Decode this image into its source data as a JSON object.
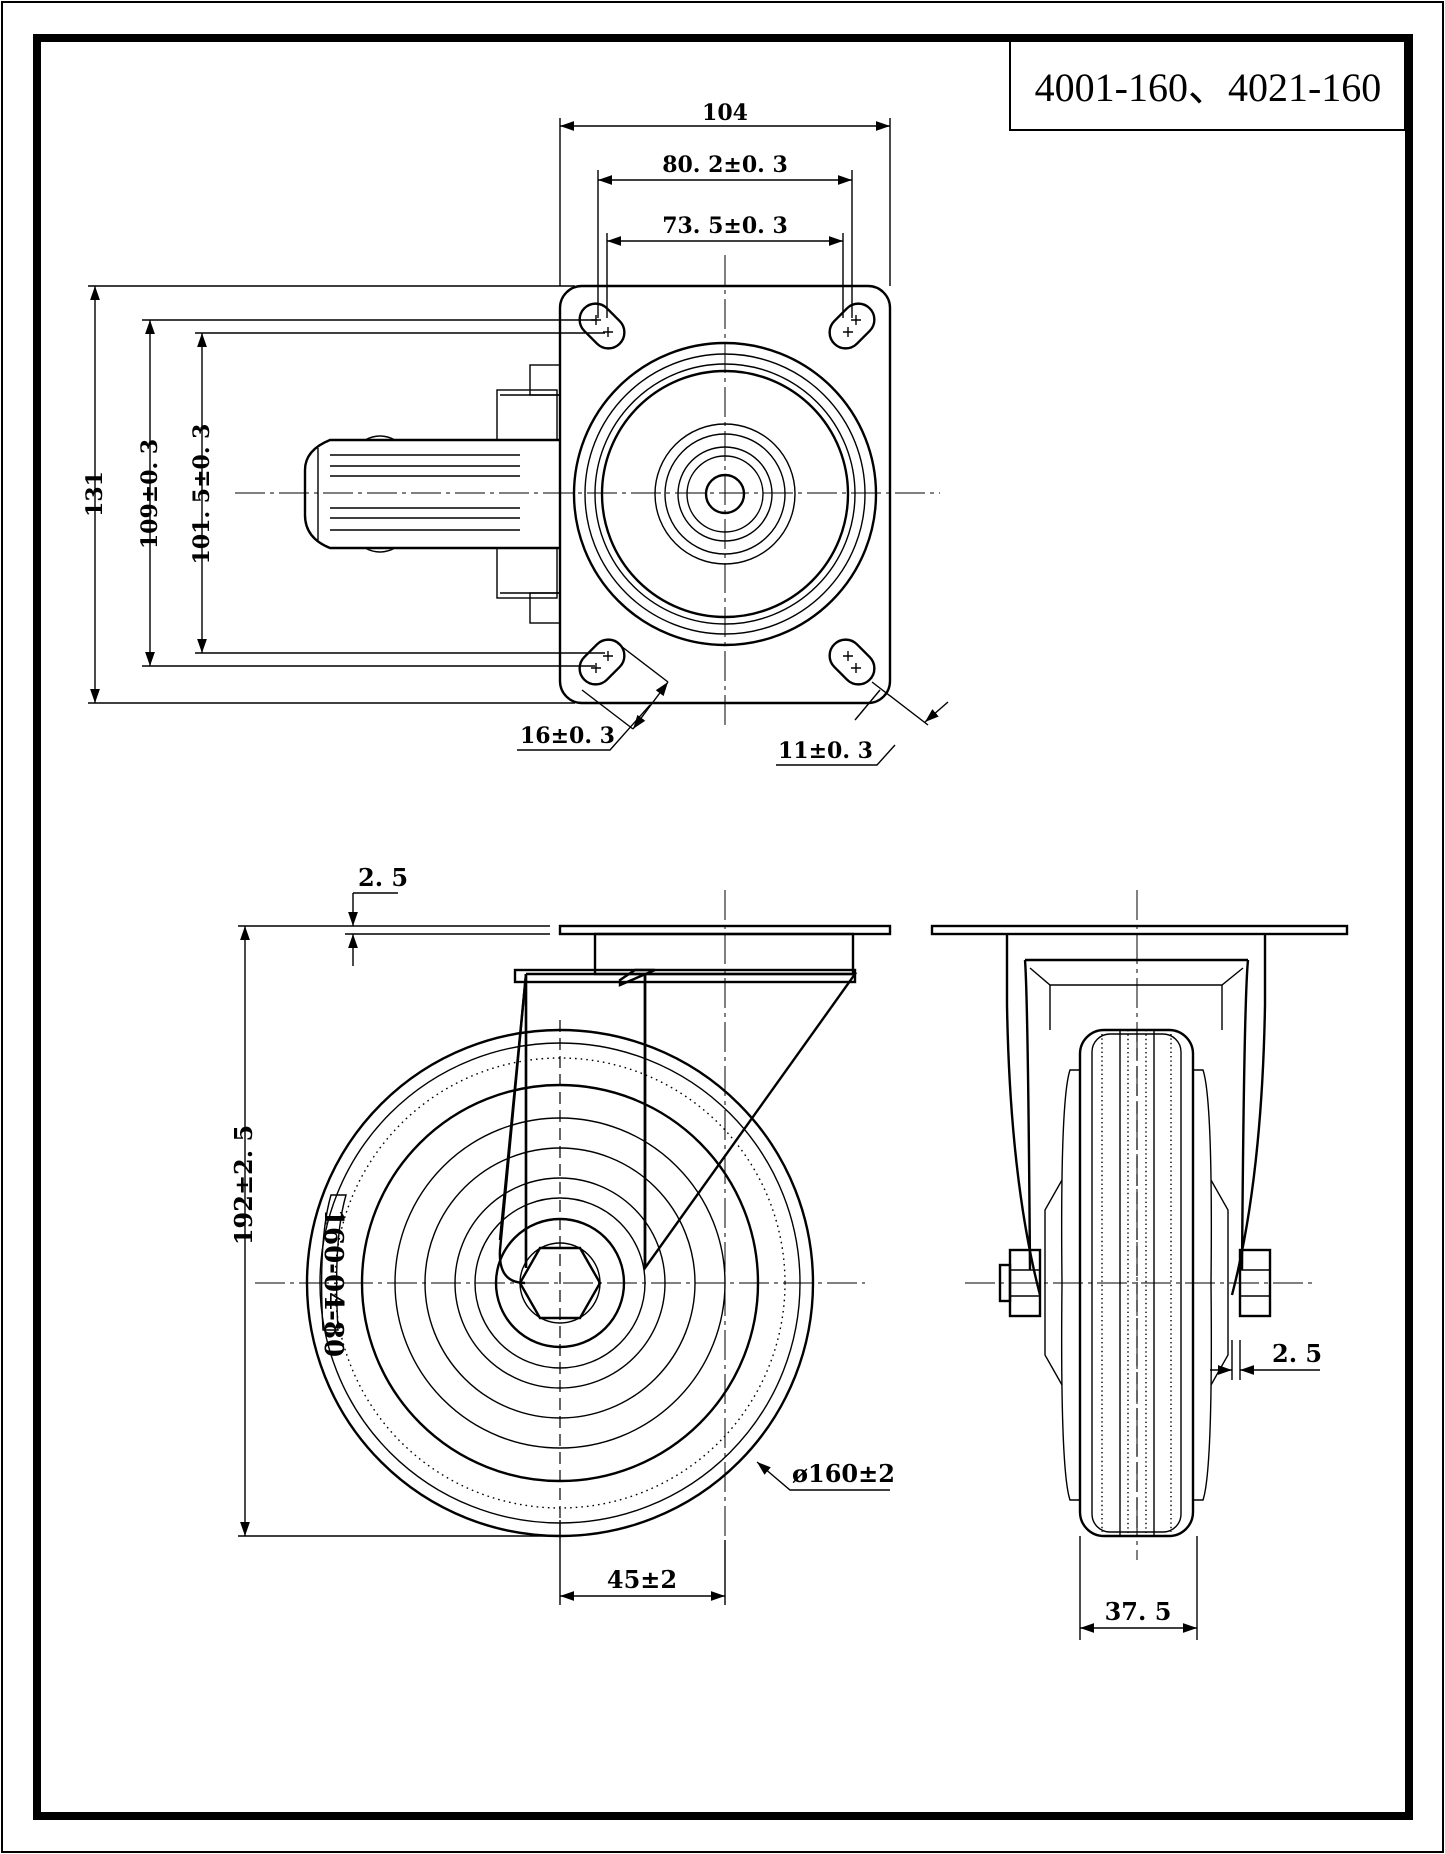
{
  "title_block": {
    "model": "4001-160、4021-160"
  },
  "top_view": {
    "width_overall": "104",
    "hole_span_outer": "80. 2±0. 3",
    "hole_span_inner": "73. 5±0. 3",
    "height_overall": "131",
    "hole_height_outer": "109±0. 3",
    "hole_height_inner": "101. 5±0. 3",
    "slot_length": "16±0. 3",
    "slot_width": "11±0. 3"
  },
  "side_view": {
    "plate_thickness": "2. 5",
    "overall_height": "192±2. 5",
    "wheel_diameter": "ø160±2",
    "swivel_offset": "45±2",
    "wheel_marking": "160-04-80"
  },
  "front_view": {
    "clearance": "2. 5",
    "wheel_width": "37. 5"
  }
}
